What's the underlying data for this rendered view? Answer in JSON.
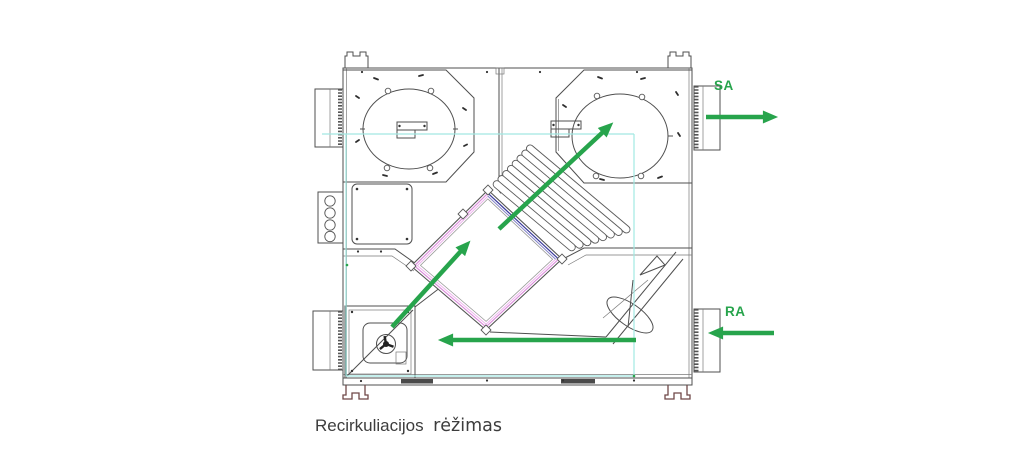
{
  "caption": {
    "word1": "Recirkuliacijos",
    "word2": "rėžimas",
    "full": "Recirkuliacijos rėžimas"
  },
  "ports": {
    "sa_label": "SA",
    "ra_label": "RA"
  },
  "colors": {
    "accent_green": "#27a44c",
    "guide_cyan": "#a2e8e2",
    "exchanger_pink": "#da8ada",
    "exchanger_blue": "#3a3a9c",
    "drawing_gray": "#4f4f4f",
    "caption_text": "#3d3d3d"
  },
  "arrows": [
    {
      "name": "sa-supply-out-arrow",
      "direction": "right"
    },
    {
      "name": "ra-return-in-arrow",
      "direction": "left"
    },
    {
      "name": "recirculation-to-fan-arrow",
      "direction": "up-right"
    },
    {
      "name": "recirculation-into-exchanger-arrow",
      "direction": "up-right"
    },
    {
      "name": "bottom-channel-flow-arrow",
      "direction": "left"
    }
  ]
}
